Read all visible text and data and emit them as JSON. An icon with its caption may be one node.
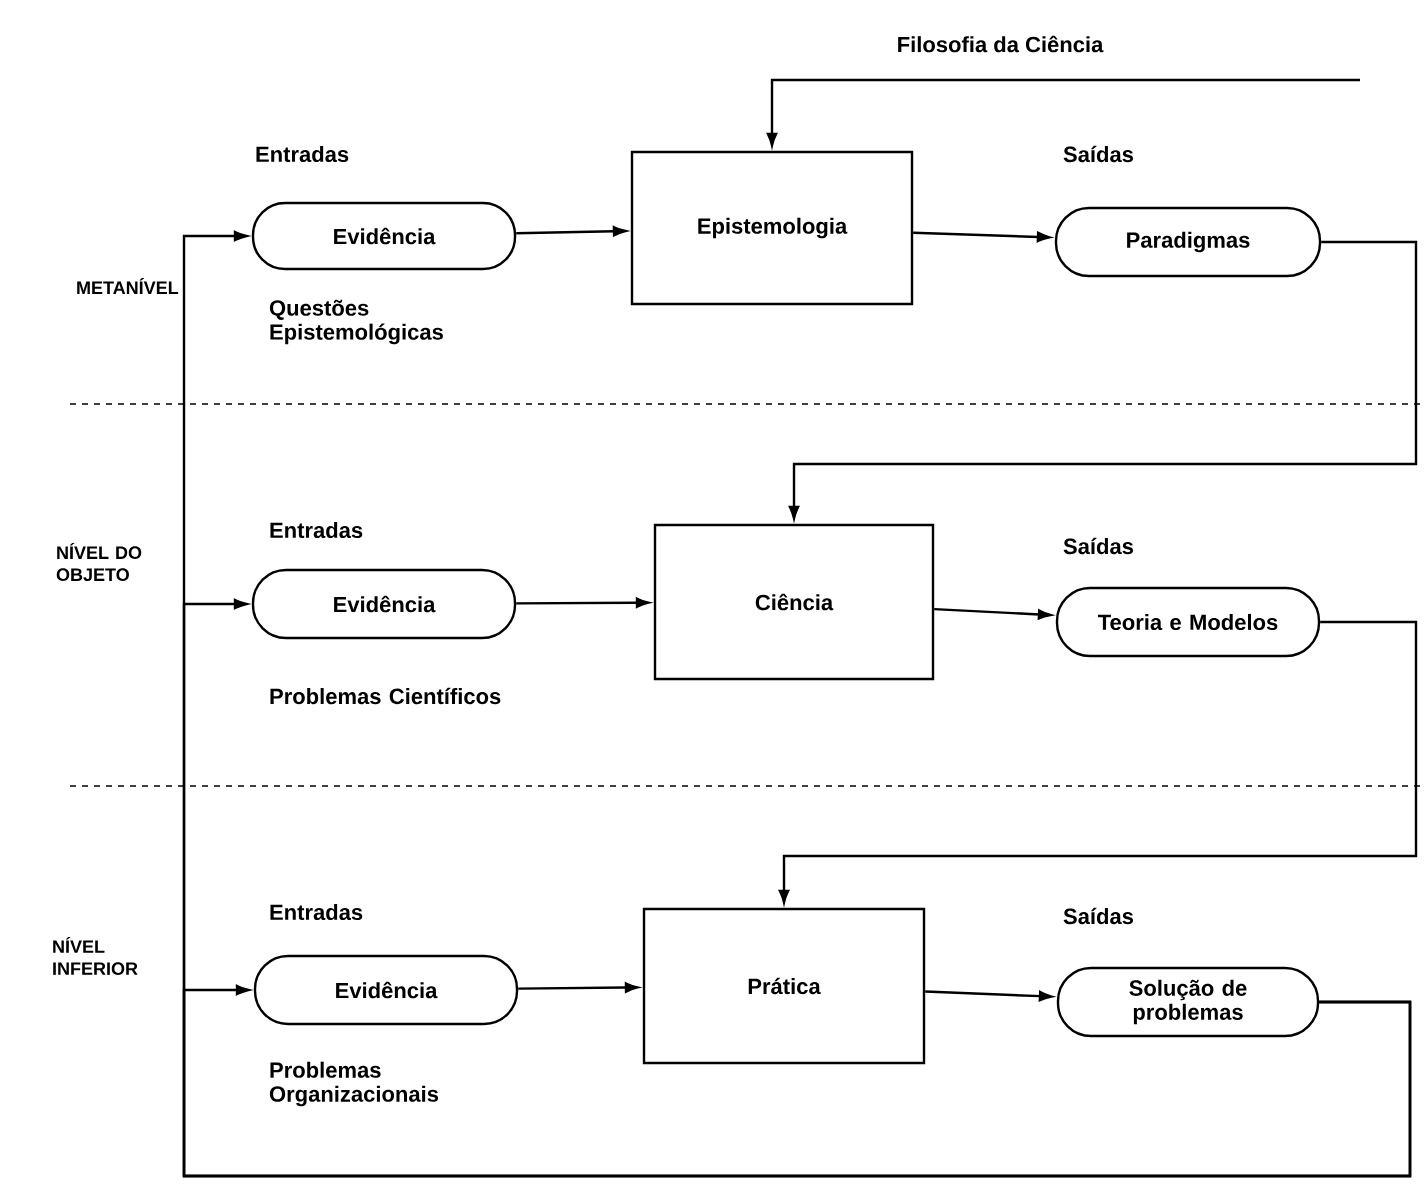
{
  "diagram": {
    "nodes": [
      {
        "text": [
          "Evidência"
        ],
        "beside": [
          "Entradas",
          "Questões Epistemológicas"
        ]
      },
      {
        "text": [
          "Epistemologia"
        ]
      },
      {
        "text": [
          "Paradigmas"
        ],
        "beside": [
          "Saídas"
        ]
      },
      {
        "text": [
          "Evidência"
        ],
        "beside": [
          "Entradas",
          "Problemas Científicos"
        ]
      },
      {
        "text": [
          "Ciência"
        ]
      },
      {
        "text": [
          "Teoria e Modelos"
        ],
        "beside": [
          "Saídas"
        ]
      },
      {
        "text": [
          "Evidência"
        ],
        "beside": [
          "Entradas",
          "Problemas Organizacionais"
        ]
      },
      {
        "text": [
          "Prática"
        ]
      },
      {
        "text": [
          "Solução de problemas"
        ],
        "beside": [
          "Saídas"
        ]
      }
    ],
    "edges": [
      {
        "from": 0,
        "to": 1,
        "arrow": "to"
      },
      {
        "from": 1,
        "to": 2,
        "arrow": "to"
      },
      {
        "from": 2,
        "to": 4,
        "arrow": "to"
      },
      {
        "from": 3,
        "to": 4,
        "arrow": "to"
      },
      {
        "from": 4,
        "to": 5,
        "arrow": "to"
      },
      {
        "from": 5,
        "to": 7,
        "arrow": "to"
      },
      {
        "from": 6,
        "to": 7,
        "arrow": "to"
      },
      {
        "from": 7,
        "to": 8,
        "arrow": "to"
      },
      {
        "from": 8,
        "to": 0,
        "arrow": "to"
      },
      {
        "from": 8,
        "to": 3,
        "arrow": "to"
      },
      {
        "from": 8,
        "to": 6,
        "arrow": "to"
      },
      {
        "from": null,
        "to": 1,
        "arrow": "to",
        "label": "Filosofia da Ciência"
      }
    ],
    "labels": [
      "METANÍVEL",
      "NÍVEL DO OBJETO",
      "NÍVEL INFERIOR"
    ]
  }
}
